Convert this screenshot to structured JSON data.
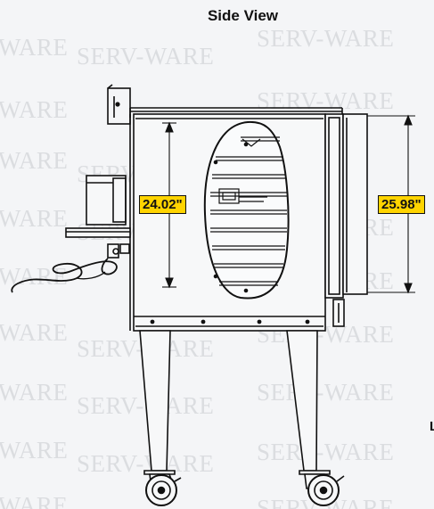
{
  "title": "Side View",
  "watermark": "SERV-WARE",
  "dimensions": {
    "oven_height": "24.02\"",
    "door_height": "25.98\""
  },
  "cut_text": "L",
  "colors": {
    "dimension_highlight": "#ffd400",
    "line": "#111111",
    "watermark": "#c7cacf"
  }
}
